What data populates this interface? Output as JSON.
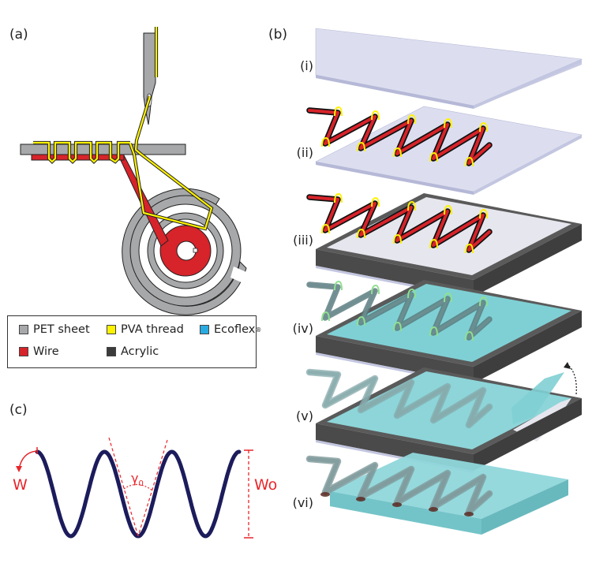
{
  "panels": {
    "a": {
      "label": "(a)"
    },
    "b": {
      "label": "(b)",
      "steps": [
        {
          "label": "(i)",
          "description": "PET sheet"
        },
        {
          "label": "(ii)",
          "description": "wire sewn onto PET sheet with PVA thread"
        },
        {
          "label": "(iii)",
          "description": "acrylic frame placed around sewn wire"
        },
        {
          "label": "(iv)",
          "description": "Ecoflex poured into frame"
        },
        {
          "label": "(v)",
          "description": "cured Ecoflex peeled off"
        },
        {
          "label": "(vi)",
          "description": "wire embedded in Ecoflex"
        }
      ]
    },
    "c": {
      "label": "(c)",
      "labels": {
        "w": "W",
        "gamma": "γ",
        "gamma_sub": "0",
        "wo": "Wo"
      }
    }
  },
  "legend": {
    "items": [
      {
        "label": "PET sheet",
        "color": "#a7a8aa"
      },
      {
        "label": "PVA thread",
        "color": "#fff200"
      },
      {
        "label": "Ecoflex",
        "sup": "®",
        "color": "#29abe2"
      },
      {
        "label": "Wire",
        "color": "#d7232a"
      },
      {
        "label": "Acrylic",
        "color": "#3b3b3b"
      }
    ]
  },
  "colors": {
    "pet": "#a7a8aa",
    "pva": "#fff200",
    "wire": "#d7232a",
    "acrylic": "#555555",
    "ecoflex": "#7fd0d4",
    "sheet": "#d6d8ee",
    "wave": "#1c1c5c",
    "annotation": "#e8262a"
  }
}
